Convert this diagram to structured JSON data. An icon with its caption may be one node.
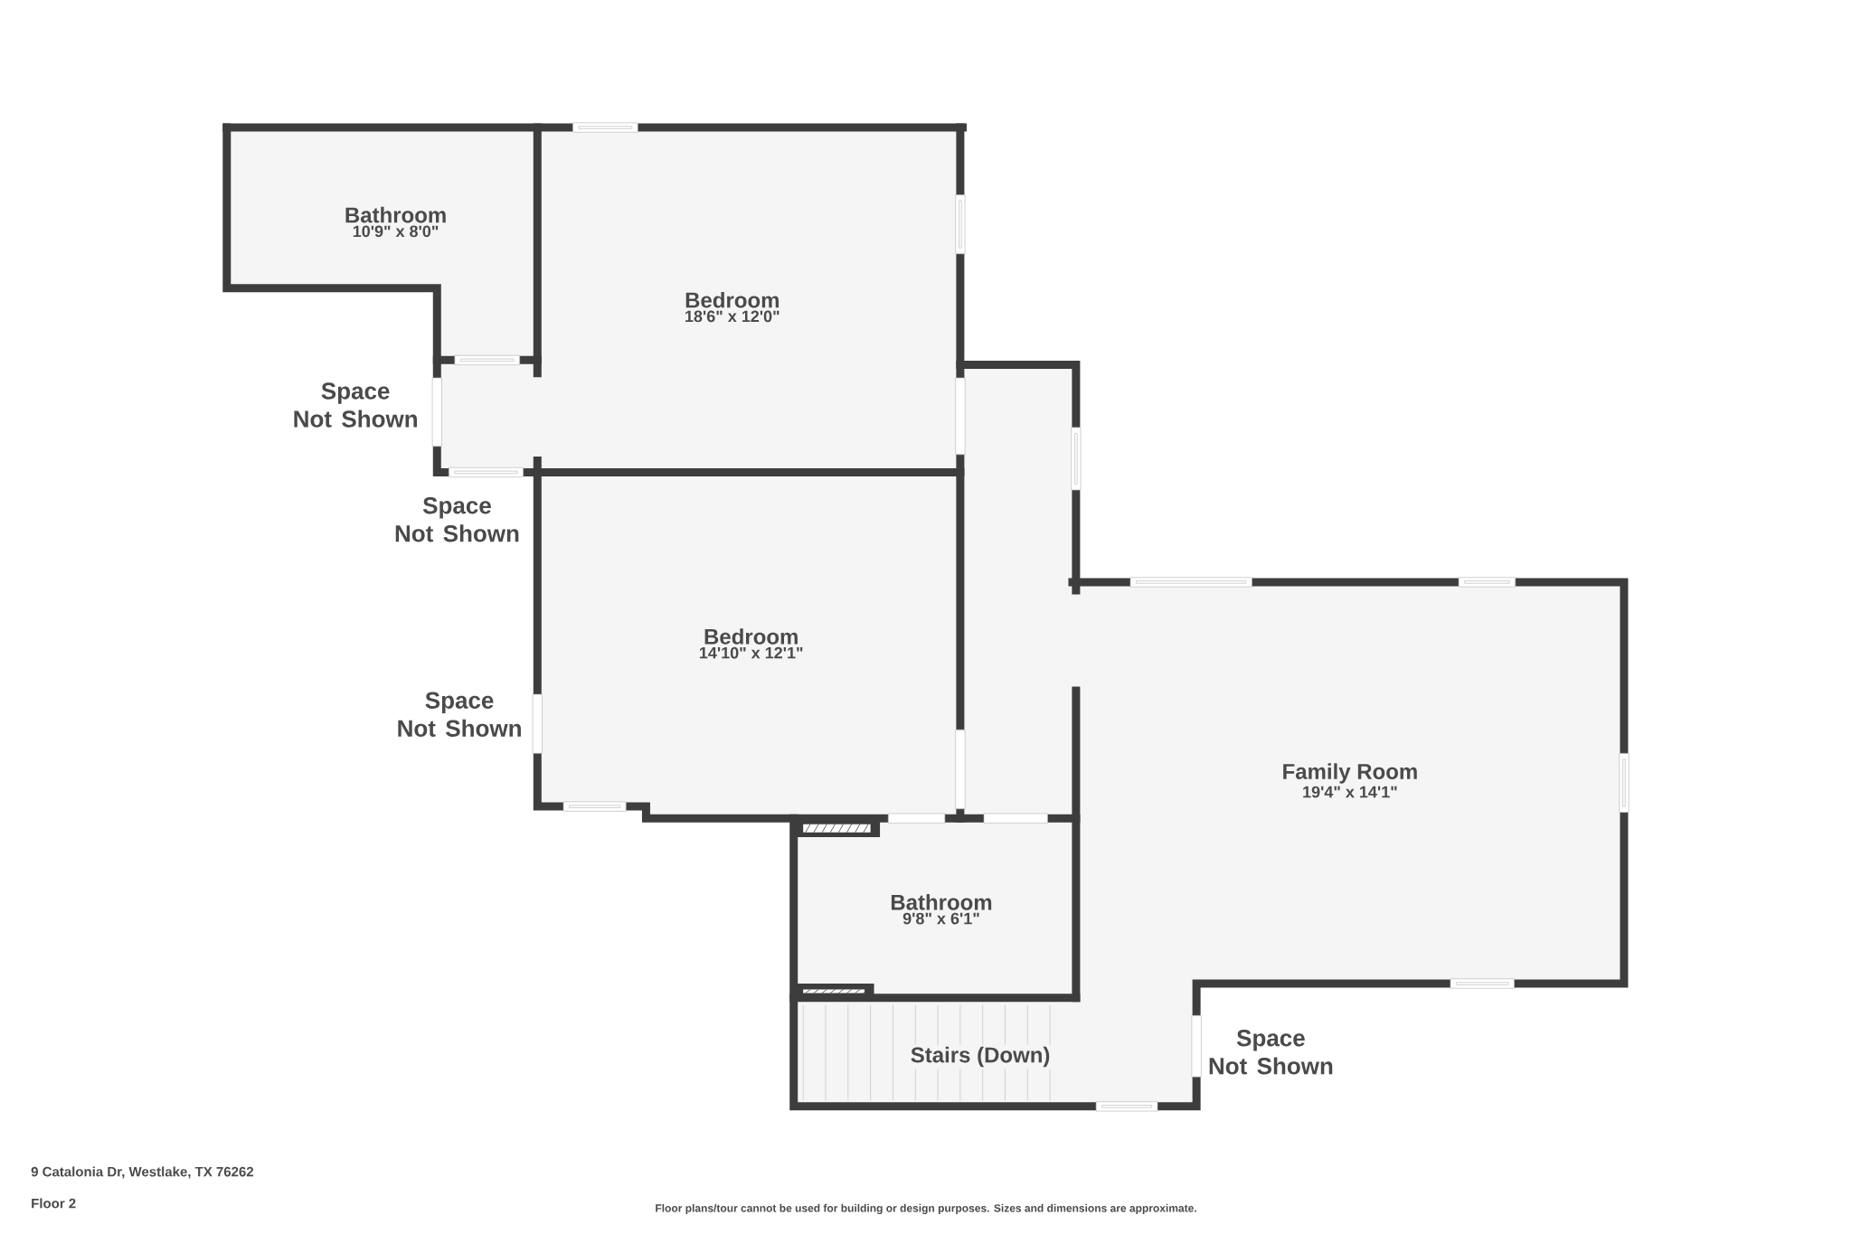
{
  "diagram": {
    "nodes": [
      {
        "text": [
          "Bathroom",
          "10'9\" x 8'0\""
        ]
      },
      {
        "text": [
          "Bedroom",
          "18'6\" x 12'0\""
        ]
      },
      {
        "text": [
          "Bedroom",
          "14'10\" x 12'1\""
        ]
      },
      {
        "text": [
          "Family Room",
          "19'4\" x 14'1\""
        ]
      },
      {
        "text": [
          "Bathroom",
          "9'8\" x 6'1\""
        ]
      },
      {
        "text": [
          "Stairs (Down)"
        ]
      }
    ],
    "edges": [],
    "labels": [
      "Space Not Shown",
      "Space Not Shown",
      "Space Not Shown",
      "Space Not Shown",
      "9 Catalonia Dr, Westlake, TX 76262",
      "Floor 2",
      "Floor plans/tour cannot be used for building or design purposes. Sizes and dimensions are approximate."
    ]
  }
}
